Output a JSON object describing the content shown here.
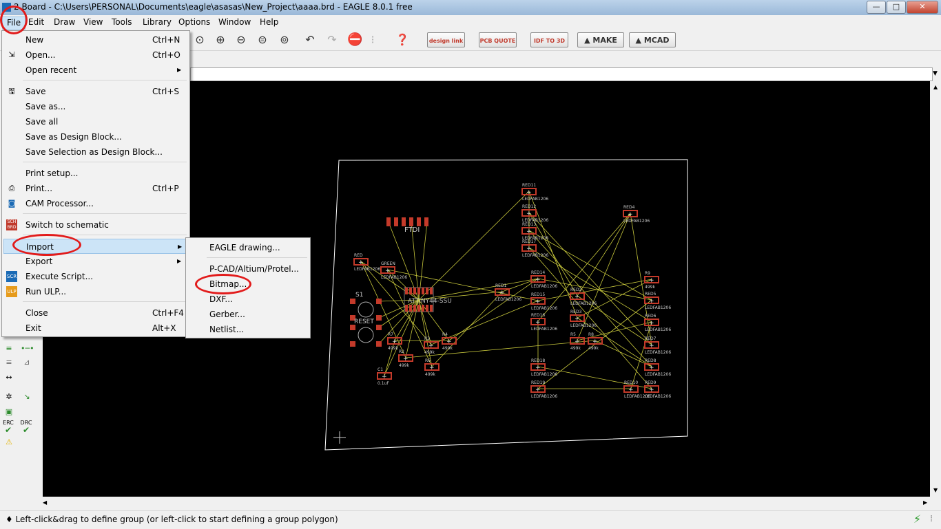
{
  "window": {
    "title": "2 Board - C:\\Users\\PERSONAL\\Documents\\eagle\\asasas\\New_Project\\aaaa.brd - EAGLE 8.0.1 free",
    "minimize": "—",
    "maximize": "□",
    "close": "✕"
  },
  "menubar": {
    "items": [
      "File",
      "Edit",
      "Draw",
      "View",
      "Tools",
      "Library",
      "Options",
      "Window",
      "Help"
    ]
  },
  "toolbar": {
    "design_link": "design link",
    "pcb_quote": "PCB QUOTE",
    "idf_to_3d": "IDF TO 3D",
    "make": "MAKE",
    "mcad": "MCAD"
  },
  "file_menu": {
    "items": [
      {
        "label": "New",
        "shortcut": "Ctrl+N"
      },
      {
        "label": "Open...",
        "shortcut": "Ctrl+O"
      },
      {
        "label": "Open recent",
        "shortcut": ""
      },
      {
        "label": "Save",
        "shortcut": "Ctrl+S"
      },
      {
        "label": "Save as...",
        "shortcut": ""
      },
      {
        "label": "Save all",
        "shortcut": ""
      },
      {
        "label": "Save as Design Block...",
        "shortcut": ""
      },
      {
        "label": "Save Selection as Design Block...",
        "shortcut": ""
      },
      {
        "label": "Print setup...",
        "shortcut": ""
      },
      {
        "label": "Print...",
        "shortcut": "Ctrl+P"
      },
      {
        "label": "CAM Processor...",
        "shortcut": ""
      },
      {
        "label": "Switch to schematic",
        "shortcut": ""
      },
      {
        "label": "Import",
        "shortcut": ""
      },
      {
        "label": "Export",
        "shortcut": ""
      },
      {
        "label": "Execute Script...",
        "shortcut": ""
      },
      {
        "label": "Run ULP...",
        "shortcut": ""
      },
      {
        "label": "Close",
        "shortcut": "Ctrl+F4"
      },
      {
        "label": "Exit",
        "shortcut": "Alt+X"
      }
    ]
  },
  "import_menu": {
    "items": [
      "EAGLE drawing...",
      "P-CAD/Altium/Protel...",
      "Bitmap...",
      "DXF...",
      "Gerber...",
      "Netlist..."
    ]
  },
  "palette": {
    "erc": "ERC",
    "drc": "DRC"
  },
  "board": {
    "header_label": "FTDI",
    "mcu_label": "ATTINY44-SSU",
    "switch_label": "S1",
    "reset_label": "RESET",
    "part_labels": [
      "RED11",
      "RED12",
      "RED13",
      "RED17",
      "RED4",
      "RED",
      "GREEN",
      "RED1",
      "RED14",
      "RED2",
      "RED3",
      "RED15",
      "RED16",
      "RED5",
      "RED6",
      "RED7",
      "RED8",
      "RED18",
      "RED19",
      "RED10",
      "RED9",
      "R7",
      "R2",
      "R6",
      "R4",
      "R3",
      "R5",
      "R8",
      "R9",
      "C1"
    ],
    "led_value": "LEDFAB1206",
    "res_value": "499k",
    "cap_value": "0.1uF"
  },
  "status": {
    "text": "♦ Left-click&drag to define group (or left-click to start defining a group polygon)"
  },
  "colors": {
    "canvas": "#000000",
    "pad": "#c43a2a",
    "airwire": "#c8c83c",
    "highlight_ring": "#e21b1b"
  }
}
